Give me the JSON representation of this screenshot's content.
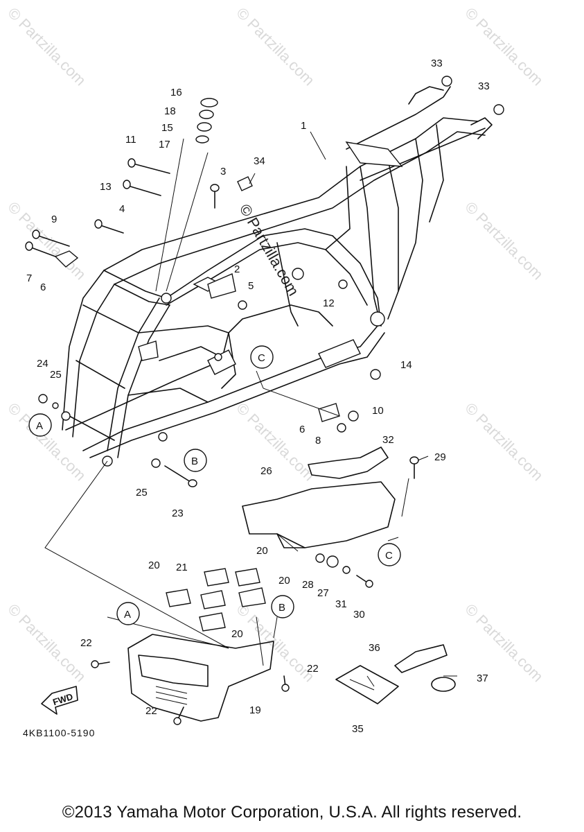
{
  "diagram": {
    "code": "4KB1100-5190",
    "fwd_label": "FWD",
    "callouts": [
      "1",
      "2",
      "3",
      "4",
      "5",
      "6",
      "6",
      "7",
      "8",
      "9",
      "10",
      "11",
      "12",
      "13",
      "14",
      "15",
      "16",
      "17",
      "18",
      "19",
      "20",
      "20",
      "20",
      "20",
      "21",
      "22",
      "22",
      "22",
      "23",
      "24",
      "25",
      "25",
      "26",
      "27",
      "28",
      "29",
      "30",
      "31",
      "32",
      "33",
      "33",
      "34",
      "35",
      "36",
      "37"
    ],
    "reference_markers": [
      "A",
      "A",
      "B",
      "B",
      "C",
      "C"
    ]
  },
  "watermark": {
    "text": "© Partzilla.com"
  },
  "footer": {
    "copyright": "©2013 Yamaha Motor Corporation, U.S.A. All rights reserved."
  }
}
